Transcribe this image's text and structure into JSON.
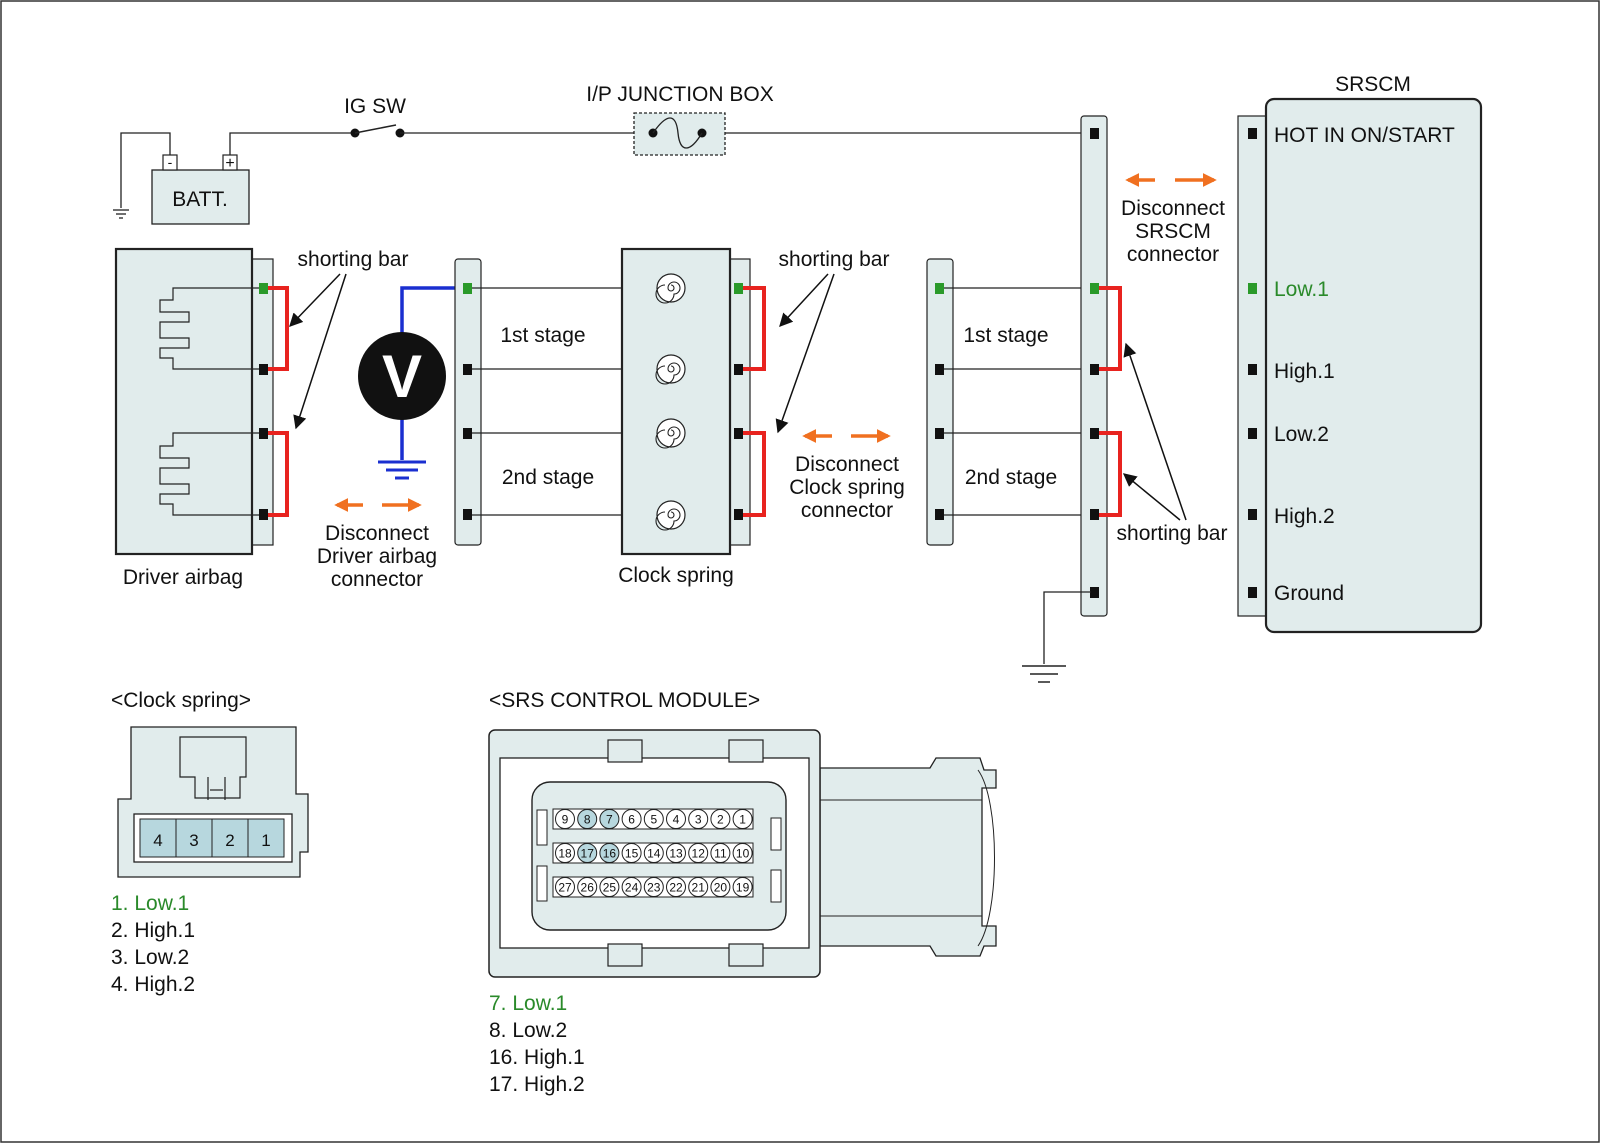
{
  "labels": {
    "ig_sw": "IG SW",
    "ip_junction_box": "I/P JUNCTION BOX",
    "srscm": "SRSCM",
    "batt": "BATT.",
    "batt_neg": "-",
    "batt_pos": "+",
    "shorting_bar": "shorting bar",
    "first_stage": "1st stage",
    "second_stage": "2nd stage",
    "voltmeter": "V",
    "driver_airbag": "Driver airbag",
    "clock_spring": "Clock spring",
    "disconnect_airbag": [
      "Disconnect",
      "Driver airbag",
      "connector"
    ],
    "disconnect_clock": [
      "Disconnect",
      "Clock spring",
      "connector"
    ],
    "disconnect_srscm": [
      "Disconnect",
      "SRSCM",
      "connector"
    ]
  },
  "srscm_terminals": [
    "HOT IN ON/START",
    "Low.1",
    "High.1",
    "Low.2",
    "High.2",
    "Ground"
  ],
  "clock_spring_connector": {
    "title": "<Clock spring>",
    "pins": [
      "4",
      "3",
      "2",
      "1"
    ],
    "legend": [
      "1. Low.1",
      "2. High.1",
      "3. Low.2",
      "4. High.2"
    ]
  },
  "srs_module_connector": {
    "title": "<SRS CONTROL MODULE>",
    "row1": [
      "9",
      "8",
      "7",
      "6",
      "5",
      "4",
      "3",
      "2",
      "1"
    ],
    "row2": [
      "18",
      "17",
      "16",
      "15",
      "14",
      "13",
      "12",
      "11",
      "10"
    ],
    "row3": [
      "27",
      "26",
      "25",
      "24",
      "23",
      "22",
      "21",
      "20",
      "19"
    ],
    "highlighted": [
      "8",
      "7",
      "17",
      "16"
    ],
    "legend": [
      "7. Low.1",
      "8. Low.2",
      "16. High.1",
      "17. High.2"
    ]
  },
  "colors": {
    "panel": "#e1ecec",
    "line": "#222222",
    "shorting": "#e8231f",
    "meter_lead": "#1a2fd0",
    "arrow": "#f07020",
    "active_green": "#2a8a2a",
    "pin_highlight": "#b7d7de"
  }
}
